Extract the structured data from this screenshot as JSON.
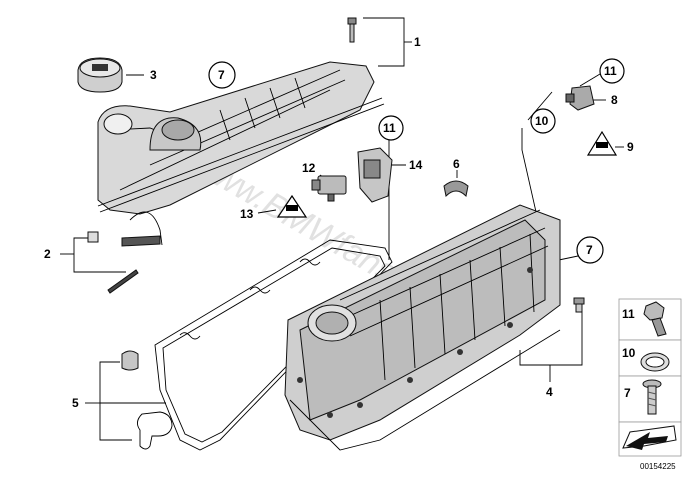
{
  "diagram": {
    "labels": {
      "l1": "1",
      "l2": "2",
      "l3": "3",
      "l4": "4",
      "l5": "5",
      "l6": "6",
      "l7a": "7",
      "l7b": "7",
      "l8": "8",
      "l9": "9",
      "l10": "10",
      "l11a": "11",
      "l11b": "11",
      "l12": "12",
      "l13": "13",
      "l14": "14"
    },
    "watermark": "www.BMWfans.info",
    "legend": {
      "a": "11",
      "b": "10",
      "c": "7"
    },
    "reference_number": "00154225"
  }
}
